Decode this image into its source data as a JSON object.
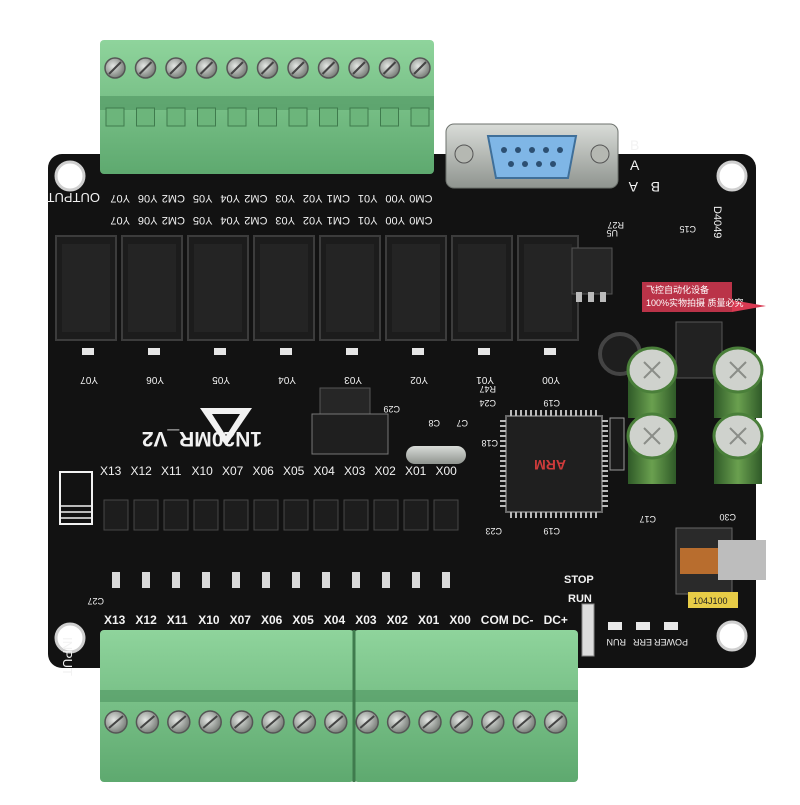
{
  "colors": {
    "background": "#ffffff",
    "pcb": "#121212",
    "silkscreen": "#f2f2f2",
    "terminal_green": "#79c488",
    "terminal_dark": "#55a066",
    "relay": "#1c1c1c",
    "screw": "#9aa09a",
    "db9_port": "#7fb6e6",
    "capacitor": "#4a7f3a",
    "label_yellow": "#e7cc47",
    "promo_red": "#d83a52"
  },
  "board": {
    "model": "1N20MR_V2",
    "output_header": "OUTPUT",
    "input_header": "INPUT",
    "serial_labels": [
      "B",
      "A"
    ],
    "stop_label": "STOP",
    "run_label": "RUN",
    "status_leds": [
      "POWER",
      "ERR",
      "RUN"
    ],
    "inductor_label": "104J100",
    "mcu_brand": "ARM",
    "ic_label": "D4049",
    "top_terminal_labels": [
      "Y07",
      "Y06",
      "CM2",
      "Y05",
      "Y04",
      "CM2",
      "Y03",
      "Y02",
      "CM1",
      "Y01",
      "Y00",
      "CM0"
    ],
    "relay_led_labels": [
      "Y07",
      "Y06",
      "Y05",
      "Y04",
      "Y03",
      "Y02",
      "Y01",
      "Y00"
    ],
    "input_labels": [
      "X13",
      "X12",
      "X11",
      "X10",
      "X07",
      "X06",
      "X05",
      "X04",
      "X03",
      "X02",
      "X01",
      "X00"
    ],
    "bottom_terminal_labels": [
      "X13",
      "X12",
      "X11",
      "X10",
      "X07",
      "X06",
      "X05",
      "X04",
      "X03",
      "X02",
      "X01",
      "X00",
      "COM",
      "DC-",
      "DC+"
    ],
    "component_refs": [
      "C29",
      "C8",
      "C7",
      "C18",
      "C24",
      "C19",
      "R47",
      "C23",
      "C19",
      "C17",
      "C27",
      "C30",
      "U5",
      "R27",
      "C15"
    ],
    "promo_lines": [
      "飞控自动化设备",
      "100%实物拍摄 质量必究"
    ]
  }
}
